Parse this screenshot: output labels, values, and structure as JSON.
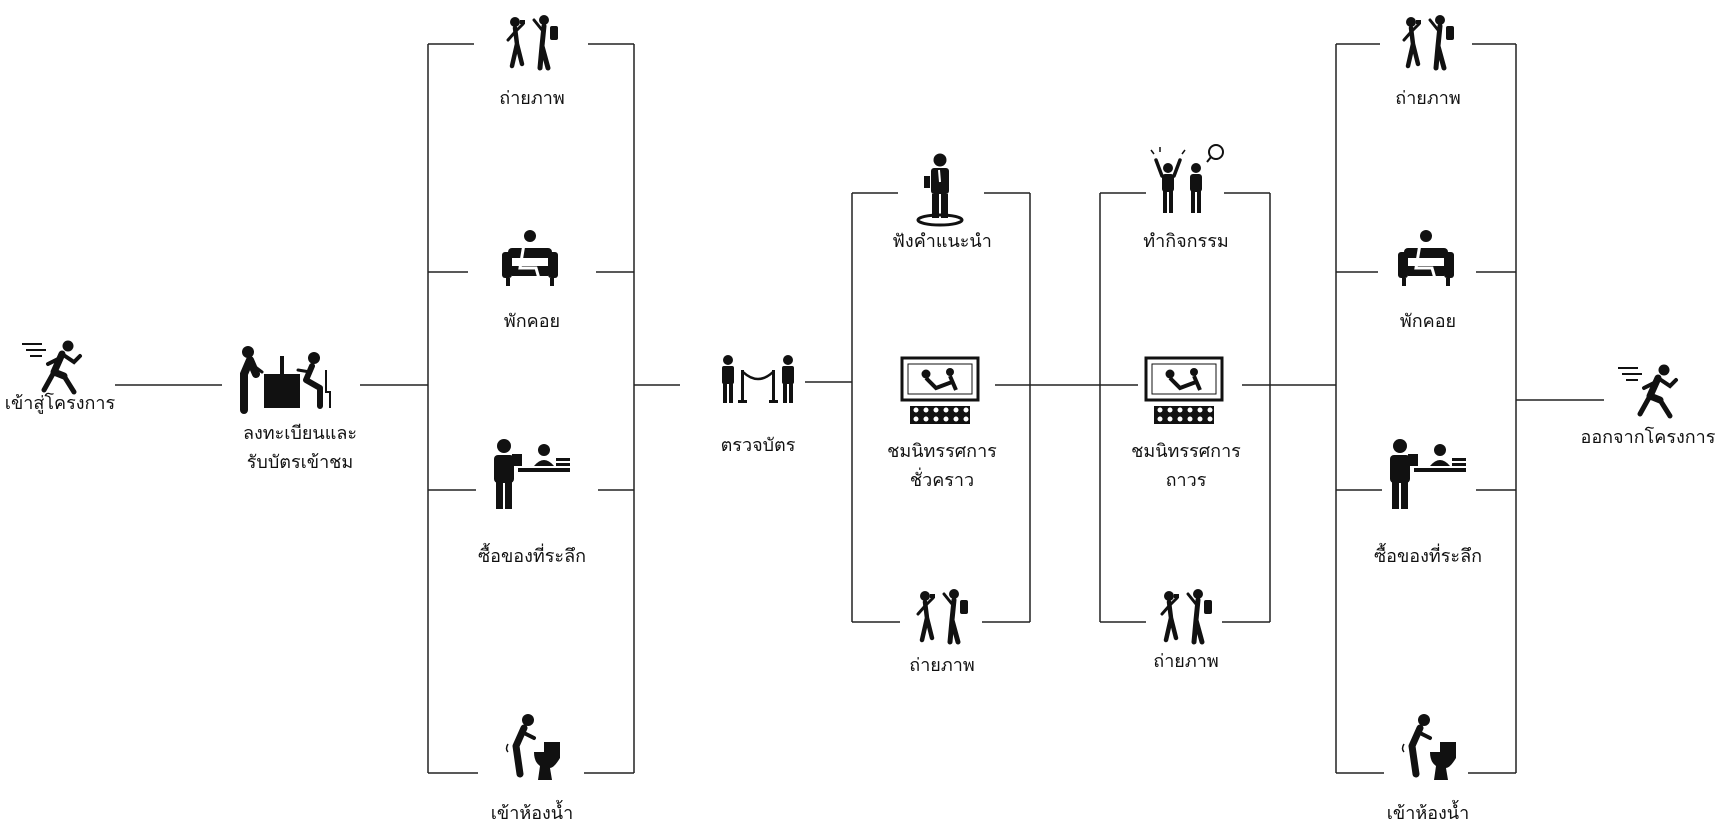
{
  "colors": {
    "ink": "#111111",
    "line": "#222222",
    "background": "#ffffff"
  },
  "nodes": {
    "enter": "เข้าสู่โครงการ",
    "register": [
      "ลงทะเบียนและ",
      "รับบัตรเข้าชม"
    ],
    "check": "ตรวจบัตร",
    "exit": "ออกจากโครงการ"
  },
  "group1": {
    "photo": "ถ่ายภาพ",
    "rest": "พักคอย",
    "souvenir": "ซื้อของที่ระลึก",
    "toilet": "เข้าห้องน้ำ"
  },
  "group2": {
    "guide": "ฟังคำแนะนำ",
    "temporary": [
      "ชมนิทรรศการ",
      "ชั่วคราว"
    ],
    "photo": "ถ่ายภาพ"
  },
  "group3": {
    "activity": "ทำกิจกรรม",
    "permanent": [
      "ชมนิทรรศการ",
      "ถาวร"
    ],
    "photo": "ถ่ายภาพ"
  },
  "group4": {
    "photo": "ถ่ายภาพ",
    "rest": "พักคอย",
    "souvenir": "ซื้อของที่ระลึก",
    "toilet": "เข้าห้องน้ำ"
  },
  "icons": [
    "running-person-icon",
    "registration-desk-icon",
    "photographer-icon",
    "armchair-icon",
    "shop-counter-icon",
    "toilet-icon",
    "velvet-rope-icon",
    "tour-guide-icon",
    "exhibition-screen-icon",
    "cheering-people-icon"
  ]
}
